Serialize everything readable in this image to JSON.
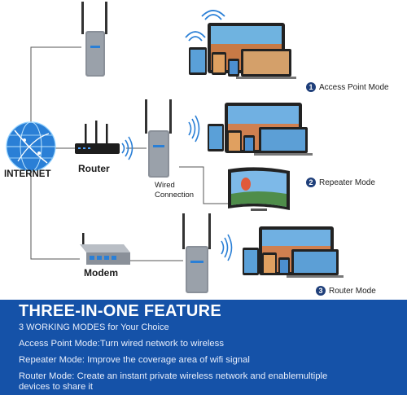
{
  "labels": {
    "internet": "INTERNET",
    "router": "Router",
    "modem": "Modem",
    "wired_line1": "Wired",
    "wired_line2": "Connection"
  },
  "modes": [
    {
      "number": "1",
      "label": "Access Point Mode"
    },
    {
      "number": "2",
      "label": "Repeater Mode"
    },
    {
      "number": "3",
      "label": "Router Mode"
    }
  ],
  "feature": {
    "title": "THREE-IN-ONE FEATURE",
    "subtitle": "3 WORKING MODES for Your Choice",
    "line1": "Access Point Mode:Turn wired network to wireless",
    "line2": "Repeater Mode: Improve the coverage area of wifi signal",
    "line3a": "Router Mode: Create an instant private wireless network and enablemultiple",
    "line3b": "devices to share it"
  },
  "colors": {
    "banner": "#1552a8",
    "globe": "#2a7fd6",
    "badge": "#1f3f7a",
    "device_gray": "#8a9099"
  }
}
